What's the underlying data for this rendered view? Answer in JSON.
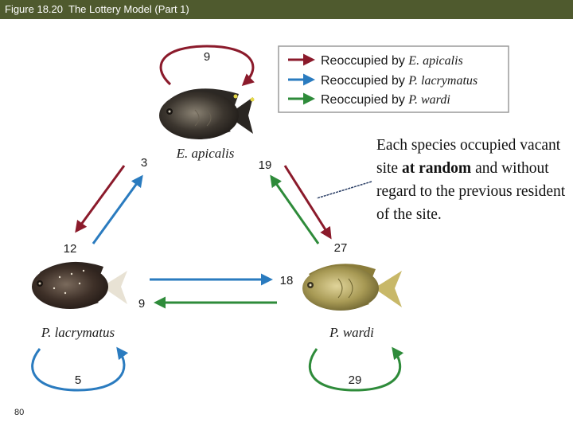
{
  "header": {
    "figure_label": "Figure 18.20",
    "title": "The Lottery Model (Part 1)"
  },
  "legend": {
    "items": [
      {
        "prefix": "Reoccupied by ",
        "species": "E. apicalis",
        "color": "#8b1a2b"
      },
      {
        "prefix": "Reoccupied by ",
        "species": "P. lacrymatus",
        "color": "#2a7bbf"
      },
      {
        "prefix": "Reoccupied by ",
        "species": "P. wardi",
        "color": "#2e8b3a"
      }
    ]
  },
  "species": {
    "e_apicalis": "E. apicalis",
    "p_lacrymatus": "P. lacrymatus",
    "p_wardi": "P. wardi"
  },
  "counts": {
    "e_apicalis_self": "9",
    "lacrymatus_to_apicalis": "3",
    "apicalis_to_lacrymatus": "12",
    "wardi_to_apicalis": "19",
    "apicalis_to_wardi": "27",
    "lacrymatus_to_wardi": "18",
    "wardi_to_lacrymatus": "9",
    "lacrymatus_self": "5",
    "wardi_self": "29"
  },
  "caption": {
    "before": "Each species occupied vacant site ",
    "bold": "at random",
    "after": " and without regard to the previous resident of the site."
  },
  "footer": {
    "slide_number": "80"
  },
  "colors": {
    "header_bg": "#4f5a2e",
    "red": "#8b1a2b",
    "blue": "#2a7bbf",
    "green": "#2e8b3a"
  }
}
